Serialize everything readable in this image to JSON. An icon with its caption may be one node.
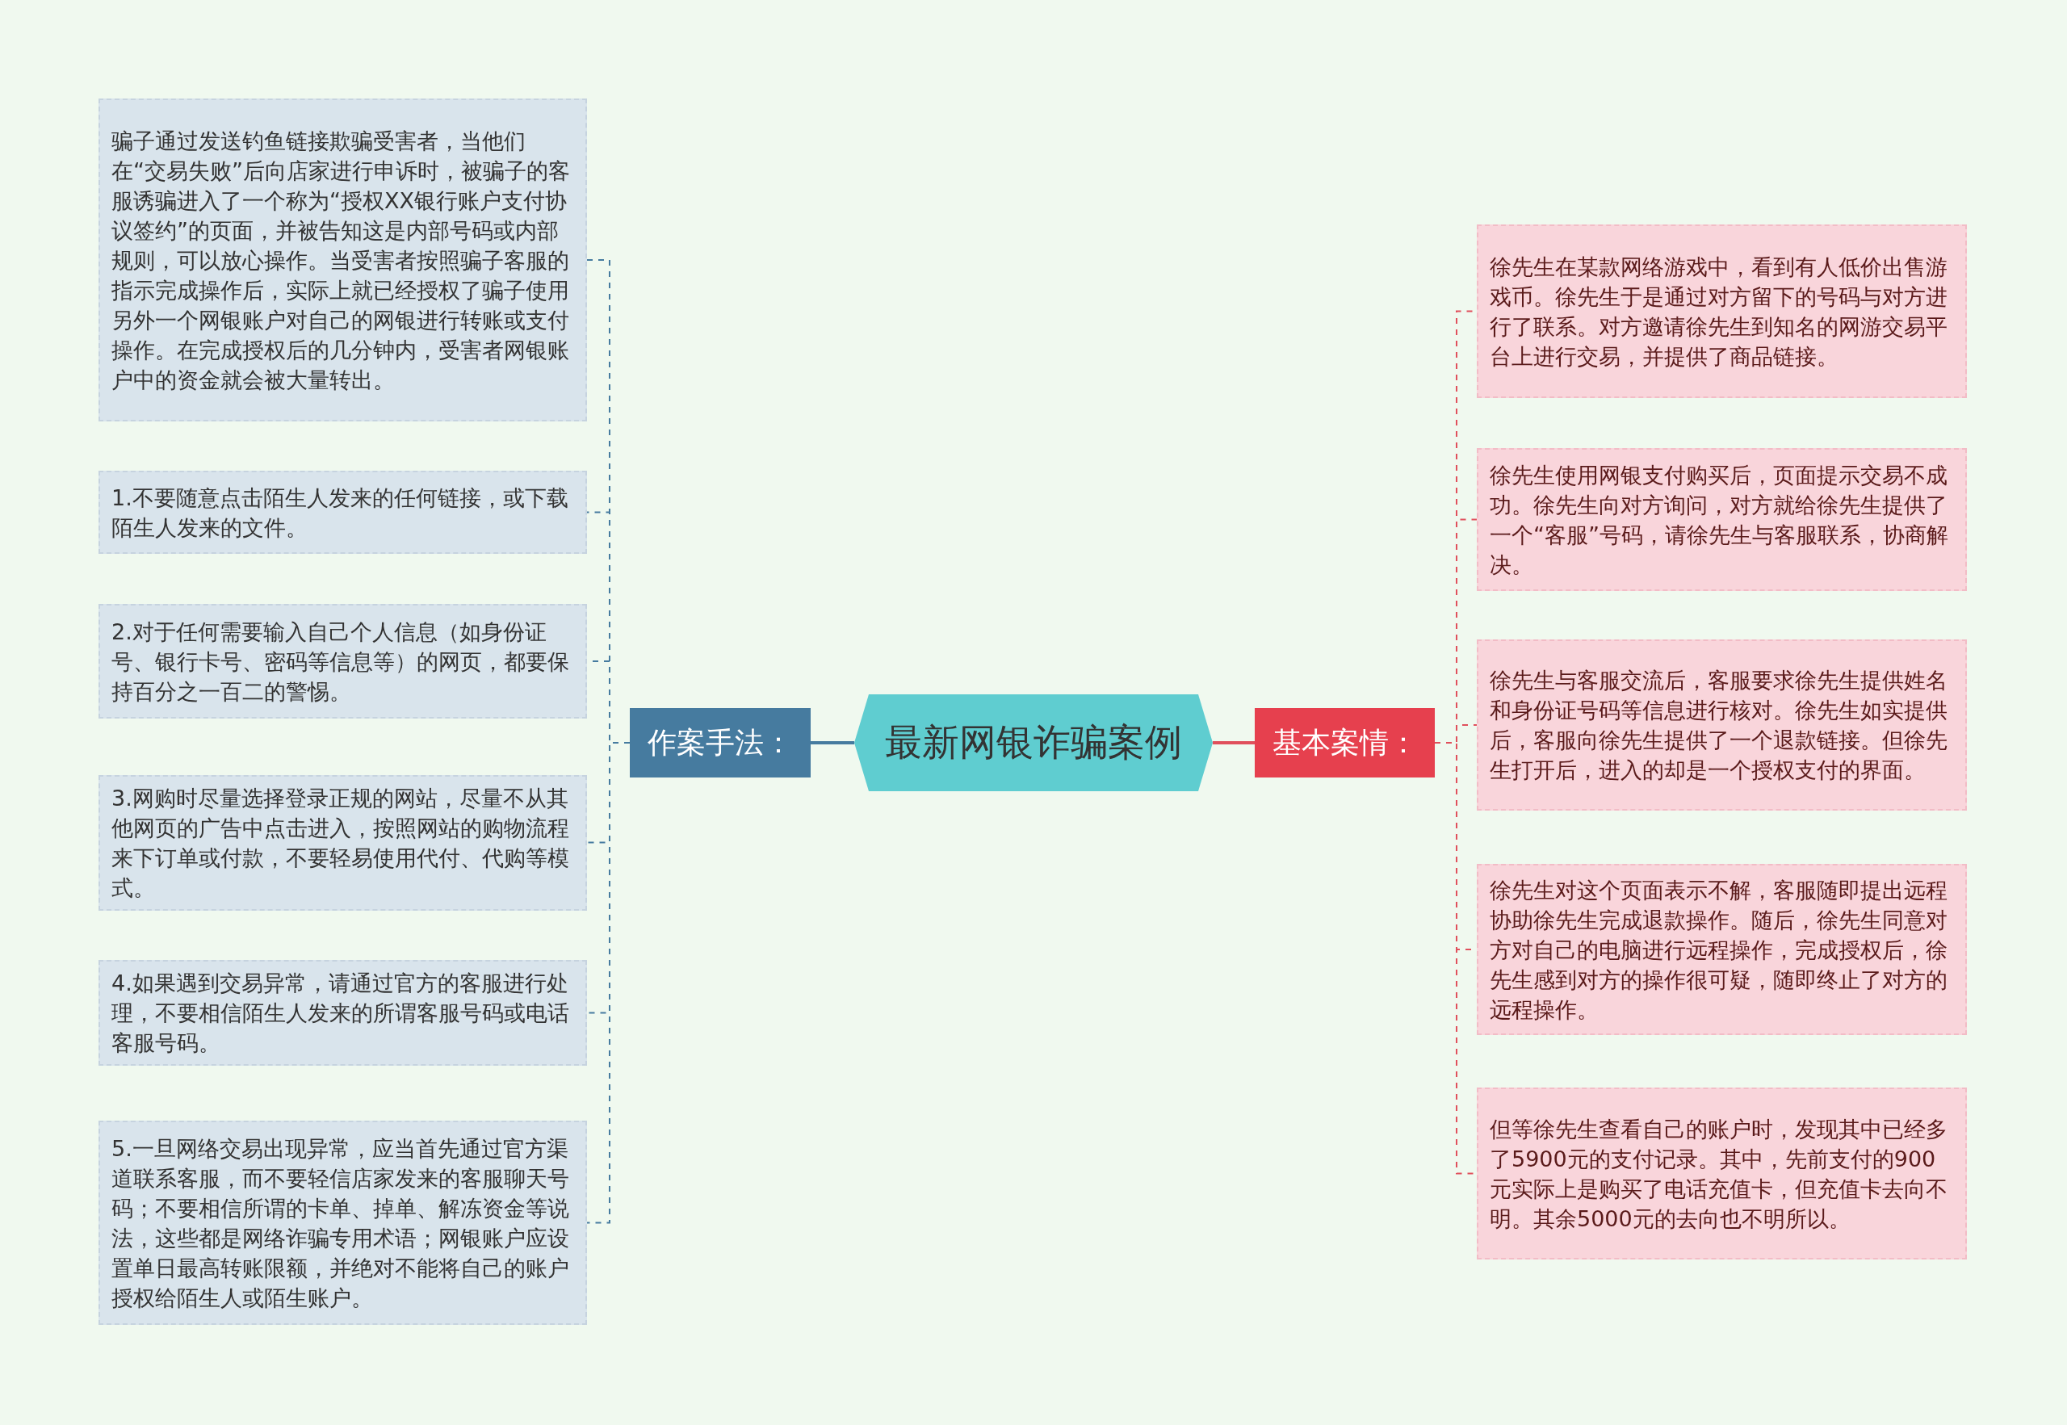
{
  "diagram": {
    "nodes": [
      {
        "text": [
          "最新网银诈骗案例"
        ]
      },
      {
        "text": [
          "作案手法："
        ]
      },
      {
        "text": [
          "骗子通过发送钓鱼链接欺骗受害者，当他们在“交易失败”后向店家进行申诉时，被骗子的客服诱骗进入了一个称为“授权XX银行账户支付协议签约”的页面，并被告知这是内部号码或内部规则，可以放心操作。当受害者按照骗子客服的指示完成操作后，实际上就已经授权了骗子使用另外一个网银账户对自己的网银进行转账或支付操作。在完成授权后的几分钟内，受害者网银账户中的资金就会被大量转出。"
        ]
      },
      {
        "text": [
          "1.不要随意点击陌生人发来的任何链接，或下载陌生人发来的文件。"
        ]
      },
      {
        "text": [
          "2.对于任何需要输入自己个人信息（如身份证号、银行卡号、密码等信息等）的网页，都要保持百分之一百二的警惕。"
        ]
      },
      {
        "text": [
          "3.网购时尽量选择登录正规的网站，尽量不从其他网页的广告中点击进入，按照网站的购物流程来下订单或付款，不要轻易使用代付、代购等模式。"
        ]
      },
      {
        "text": [
          "4.如果遇到交易异常，请通过官方的客服进行处理，不要相信陌生人发来的所谓客服号码或电话客服号码。"
        ]
      },
      {
        "text": [
          "5.一旦网络交易出现异常，应当首先通过官方渠道联系客服，而不要轻信店家发来的客服聊天号码；不要相信所谓的卡单、掉单、解冻资金等说法，这些都是网络诈骗专用术语；网银账户应设置单日最高转账限额，并绝对不能将自己的账户授权给陌生人或陌生账户。"
        ]
      },
      {
        "text": [
          "基本案情："
        ]
      },
      {
        "text": [
          "徐先生在某款网络游戏中，看到有人低价出售游戏币。徐先生于是通过对方留下的号码与对方进行了联系。对方邀请徐先生到知名的网游交易平台上进行交易，并提供了商品链接。"
        ]
      },
      {
        "text": [
          "徐先生使用网银支付购买后，页面提示交易不成功。徐先生向对方询问，对方就给徐先生提供了一个“客服”号码，请徐先生与客服联系，协商解决。"
        ]
      },
      {
        "text": [
          "徐先生与客服交流后，客服要求徐先生提供姓名和身份证号码等信息进行核对。徐先生如实提供后，客服向徐先生提供了一个退款链接。但徐先生打开后，进入的却是一个授权支付的界面。"
        ]
      },
      {
        "text": [
          "徐先生对这个页面表示不解，客服随即提出远程协助徐先生完成退款操作。随后，徐先生同意对方对自己的电脑进行远程操作，完成授权后，徐先生感到对方的操作很可疑，随即终止了对方的远程操作。"
        ]
      },
      {
        "text": [
          "但等徐先生查看自己的账户时，发现其中已经多了5900元的支付记录。其中，先前支付的900元实际上是购买了电话充值卡，但充值卡去向不明。其余5000元的去向也不明所以。"
        ]
      }
    ],
    "edges": [
      {
        "from": 0,
        "to": 1,
        "arrow": "none"
      },
      {
        "from": 1,
        "to": 2,
        "arrow": "none",
        "style": "dashed"
      },
      {
        "from": 1,
        "to": 3,
        "arrow": "none",
        "style": "dashed"
      },
      {
        "from": 1,
        "to": 4,
        "arrow": "none",
        "style": "dashed"
      },
      {
        "from": 1,
        "to": 5,
        "arrow": "none",
        "style": "dashed"
      },
      {
        "from": 1,
        "to": 6,
        "arrow": "none",
        "style": "dashed"
      },
      {
        "from": 1,
        "to": 7,
        "arrow": "none",
        "style": "dashed"
      },
      {
        "from": 0,
        "to": 8,
        "arrow": "none",
        "color": "#e0505c"
      },
      {
        "from": 8,
        "to": 9,
        "arrow": "none",
        "style": "dashed",
        "color": "#e0505c"
      },
      {
        "from": 8,
        "to": 10,
        "arrow": "none",
        "style": "dashed",
        "color": "#e0505c"
      },
      {
        "from": 8,
        "to": 11,
        "arrow": "none",
        "style": "dashed",
        "color": "#e0505c"
      },
      {
        "from": 8,
        "to": 12,
        "arrow": "none",
        "style": "dashed",
        "color": "#e0505c"
      },
      {
        "from": 8,
        "to": 13,
        "arrow": "none",
        "style": "dashed",
        "color": "#e0505c"
      }
    ]
  }
}
